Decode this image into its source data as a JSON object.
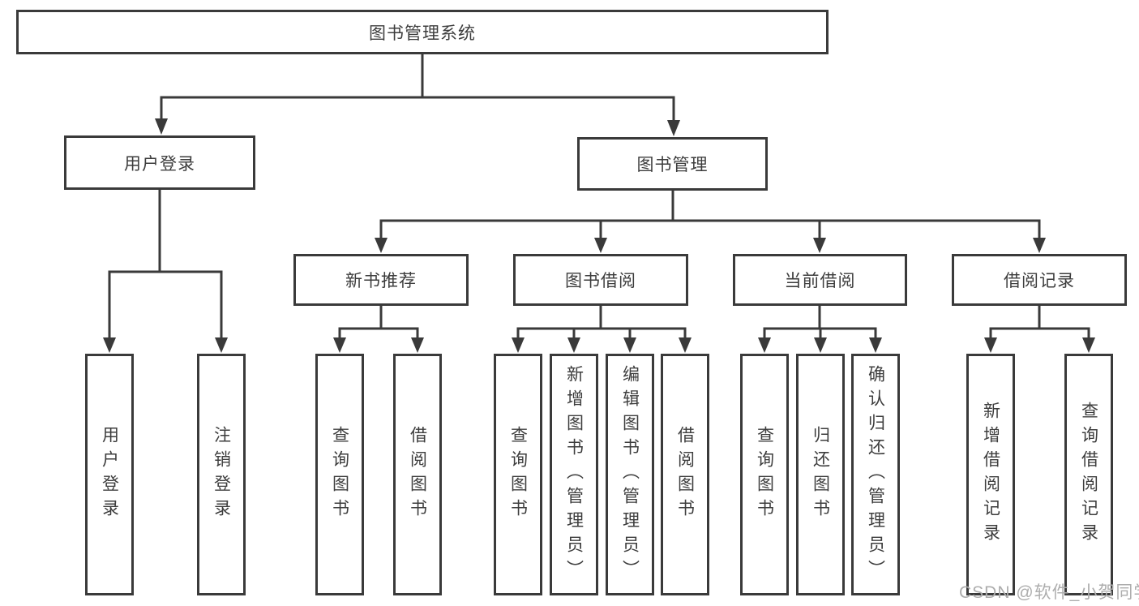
{
  "watermark": "CSDN @软件_小贺同学",
  "colors": {
    "line": "#3a3a3a",
    "text": "#3d3d3d",
    "watermark": "#adadad",
    "background": "#ffffff"
  },
  "tree": {
    "root": {
      "label": "图书管理系统",
      "children": [
        {
          "label": "用户登录",
          "children": [
            {
              "label": "用户登录"
            },
            {
              "label": "注销登录"
            }
          ]
        },
        {
          "label": "图书管理",
          "children": [
            {
              "label": "新书推荐",
              "children": [
                {
                  "label": "查询图书"
                },
                {
                  "label": "借阅图书"
                }
              ]
            },
            {
              "label": "图书借阅",
              "children": [
                {
                  "label": "查询图书"
                },
                {
                  "label": "新增图书（管理员）"
                },
                {
                  "label": "编辑图书（管理员）"
                },
                {
                  "label": "借阅图书"
                }
              ]
            },
            {
              "label": "当前借阅",
              "children": [
                {
                  "label": "查询图书"
                },
                {
                  "label": "归还图书"
                },
                {
                  "label": "确认归还（管理员）"
                }
              ]
            },
            {
              "label": "借阅记录",
              "children": [
                {
                  "label": "新增借阅记录"
                },
                {
                  "label": "查询借阅记录"
                }
              ]
            }
          ]
        }
      ]
    }
  }
}
